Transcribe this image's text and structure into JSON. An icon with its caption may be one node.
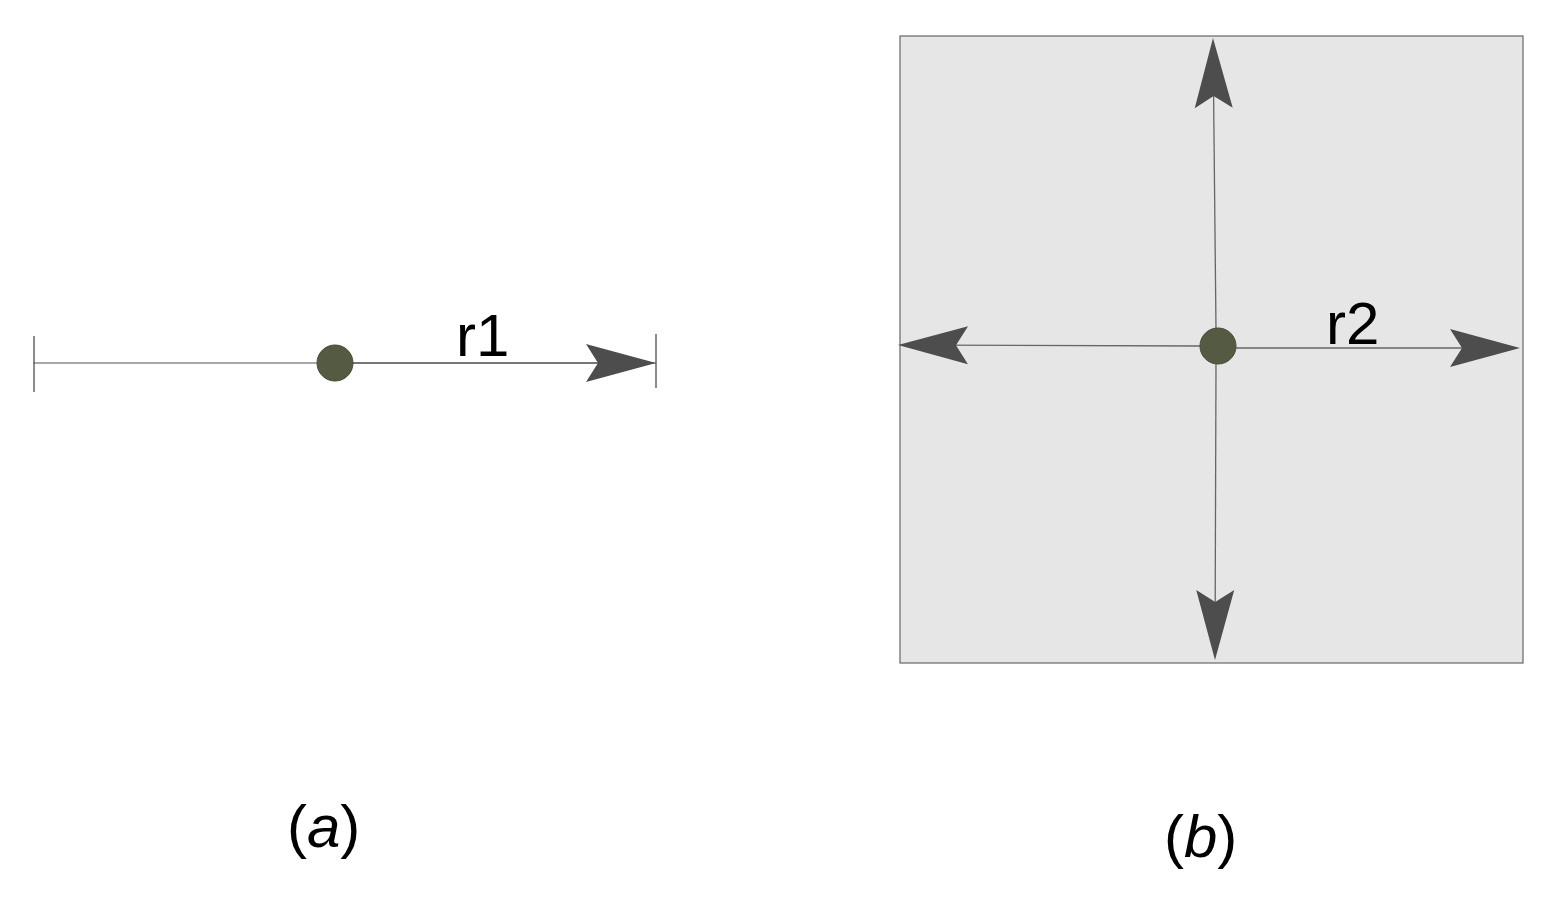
{
  "diagram": {
    "labels": [
      "r1",
      "r2",
      "(*a*)",
      "(*b*)"
    ]
  }
}
